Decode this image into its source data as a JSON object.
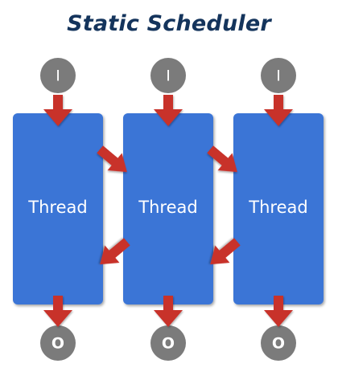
{
  "title": "Static Scheduler",
  "colors": {
    "title": "#14345c",
    "thread_fill": "#3a74d6",
    "node_fill": "#7b7b7b",
    "arrow": "#c8302a",
    "text_light": "#ffffff"
  },
  "threads": [
    {
      "label": "Thread",
      "input_label": "I",
      "output_label": "O"
    },
    {
      "label": "Thread",
      "input_label": "I",
      "output_label": "O"
    },
    {
      "label": "Thread",
      "input_label": "I",
      "output_label": "O"
    }
  ]
}
